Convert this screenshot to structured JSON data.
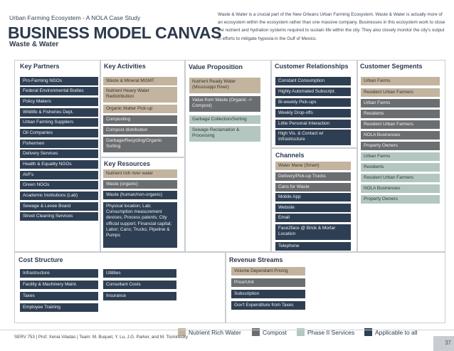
{
  "header": {
    "subtitle": "Urban Farming Ecosystem - A NOLA Case Study",
    "title": "BUSINESS MODEL CANVAS",
    "subheading": "Waste & Water",
    "intro": "Waste & Water is a crucial part of the New Orleans Urban Farming Ecosystem. Waste & Water is actually more of an ecosystem within the ecosystem rather than one massive company. Businesses in this ecosystem work to close the nutrient and hydration systems required to sustain life within the city. They also closely monitor the city's output in efforts to mitigate hypoxia in the Gulf of Mexico."
  },
  "key_partners": {
    "title": "Key Partners",
    "items": [
      "Pro-Farming NGOs",
      "Federal Environmental Bodies",
      "Policy Makers",
      "Wildlife & Fisheries Dept.",
      "Urban Farming Suppliers",
      "Oil Companies",
      "Fishermen",
      "Delivery Services",
      "Health & Equality NGOs",
      "AVFs",
      "Green NGOs",
      "Academic Institutions (Lab)",
      "Sewage & Levee Board",
      "Street Cleaning Services"
    ]
  },
  "key_activities": {
    "title": "Key Activities",
    "items": [
      "Waste & Mineral MGMT",
      "Nutrient Heavy Water Redistribution",
      "Organic Matter Pick-up",
      "Composting",
      "Compost distribution",
      "Garbage/Recycling/Organic Sorting"
    ]
  },
  "key_resources": {
    "title": "Key Resources",
    "items": [
      "Nutrient rich river water",
      "Waste (organic)",
      "Waste (human/non-organic)",
      "Physical location; Lab; Consumption measurement devices; Process patents; City official support; Financial capital; Labor; Cans; Trucks; Pipeline & Pumps"
    ]
  },
  "value_proposition": {
    "title": "Value Proposition",
    "items": [
      "Nutrient Ready Water (Mississippi River)",
      "Value from Waste (Organic -> Compost)",
      "Garbage Collection/Sorting",
      "Sewage Reclamation & Processing"
    ]
  },
  "customer_relationships": {
    "title": "Customer Relationships",
    "items": [
      "Constant Consumption",
      "Highly Automated Subscript.",
      "Bi-weekly Pick-ups",
      "Weekly Drop-offs",
      "Little Personal Interaction",
      "High Vis. & Contact w/ Infrastructure"
    ]
  },
  "channels": {
    "title": "Channels",
    "items": [
      "Water Mane (Smart)",
      "Delivery/Pick-up Trucks",
      "Cans for Waste",
      "Mobile App",
      "Website",
      "Email",
      "Face2face @ Brick & Mortar Location",
      "Telephone"
    ]
  },
  "customer_segments": {
    "title": "Customer Segments",
    "items": [
      "Urban Farms",
      "Resident Urban Farmers",
      "Urban Farms",
      "Residents",
      "Resident Urban Farmers",
      "NOLA Businesses",
      "Property Owners",
      "Urban Farms",
      "Residents",
      "Resident Urban Farmers",
      "NOLA Businesses",
      "Property Owners"
    ]
  },
  "cost_structure": {
    "title": "Cost Structure",
    "left": [
      "Infrastructure",
      "Facility & Machinery Maint.",
      "Taxes",
      "Employee Training"
    ],
    "right": [
      "Utilities",
      "Consultant Costs",
      "Insurance"
    ]
  },
  "revenue_streams": {
    "title": "Revenue Streams",
    "items": [
      "Volume Dependant Pricing",
      "Price/Unit",
      "Subscription",
      "Gov't Expenditure from Taxes"
    ]
  },
  "legend": [
    {
      "label": "Nutrient Rich Water",
      "color": "#c2b49f"
    },
    {
      "label": "Compost",
      "color": "#6b6e71"
    },
    {
      "label": "Phase II Services",
      "color": "#b3c7c0"
    },
    {
      "label": "Applicable to all",
      "color": "#2f3f53"
    }
  ],
  "footer": "SERV 753 | Prof. Xenia Viladas | Team:  M. Buquet, Y. Lu, J.G. Parker, and M. Tisminesky",
  "page_number": "37"
}
